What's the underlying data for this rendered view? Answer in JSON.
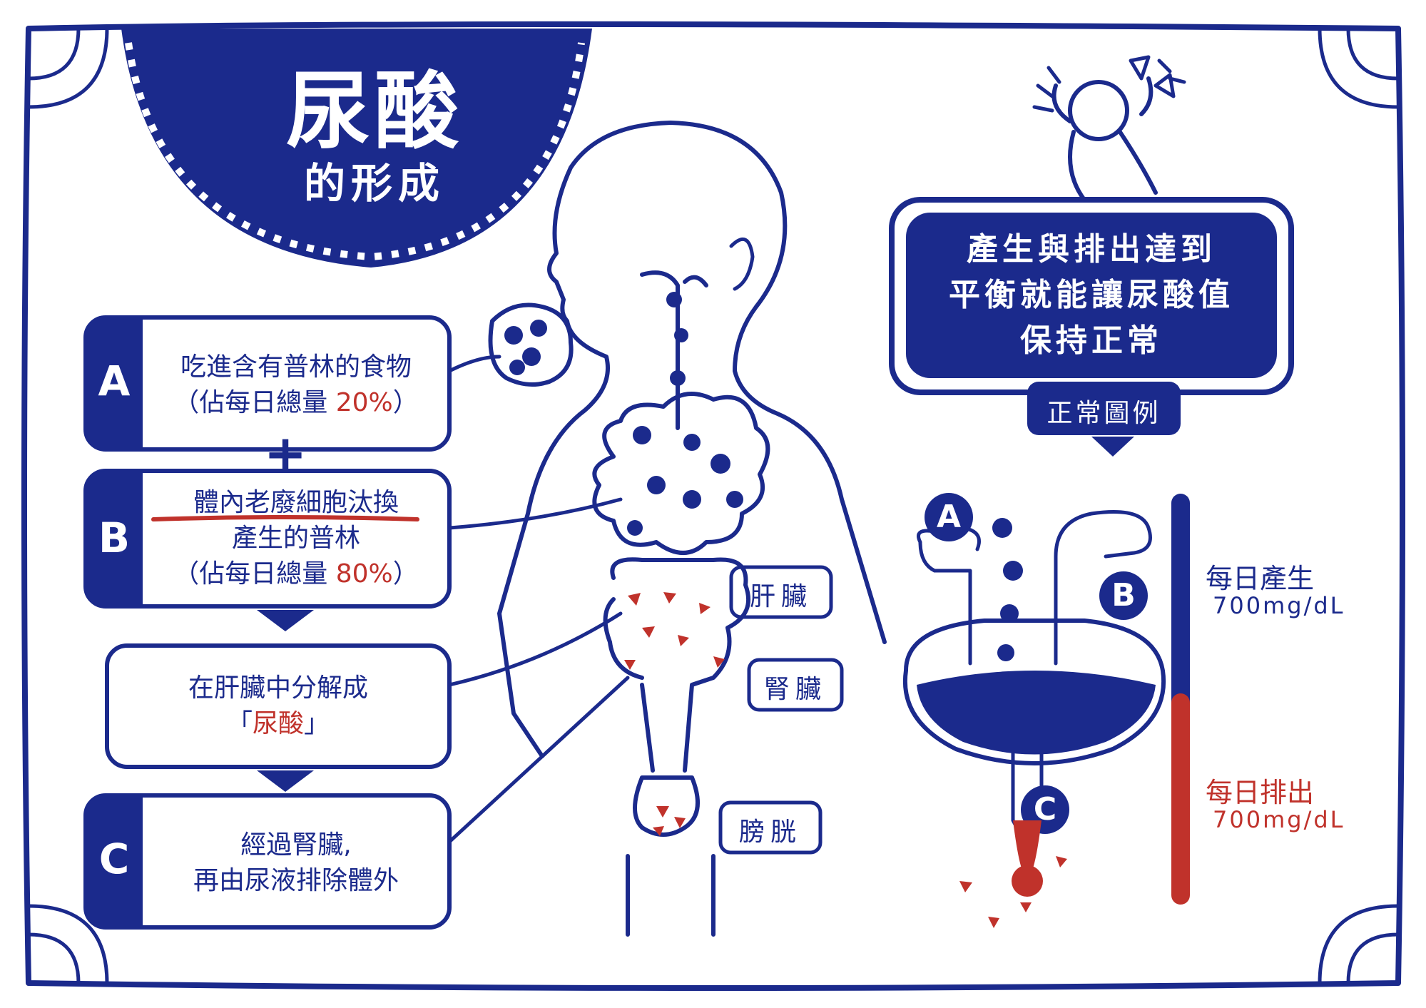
{
  "title": {
    "main": "尿酸",
    "sub": "的形成"
  },
  "steps": [
    {
      "letter": "A",
      "line1": "吃進含有普林的食物",
      "line2_pre": "（佔每日總量 ",
      "line2_pct": "20%",
      "line2_post": "）"
    },
    {
      "letter": "B",
      "line1": "體內老廢細胞汰換",
      "line2": "產生的普林",
      "line3_pre": "（佔每日總量 ",
      "line3_pct": "80%",
      "line3_post": "）"
    },
    {
      "line1": "在肝臟中分解成",
      "line2_open": "「",
      "line2_word": "尿酸",
      "line2_close": "」"
    },
    {
      "letter": "C",
      "line1": "經過腎臟,",
      "line2": "再由尿液排除體外"
    }
  ],
  "plus": "+",
  "organs": {
    "liver": "肝臟",
    "kidney": "腎臟",
    "bladder": "膀胱"
  },
  "balance": {
    "lines": [
      "產生與排出達到",
      "平衡就能讓尿酸值",
      "保持正常"
    ],
    "legend_tag": "正常圖例"
  },
  "sink_labels": {
    "a": "A",
    "b": "B",
    "c": "C"
  },
  "legend": {
    "produce_name": "每日產生",
    "produce_value": "700mg/dL",
    "excrete_name": "每日排出",
    "excrete_value": "700mg/dL"
  },
  "colors": {
    "blue": "#1b2a8c",
    "red": "#c0322b"
  }
}
